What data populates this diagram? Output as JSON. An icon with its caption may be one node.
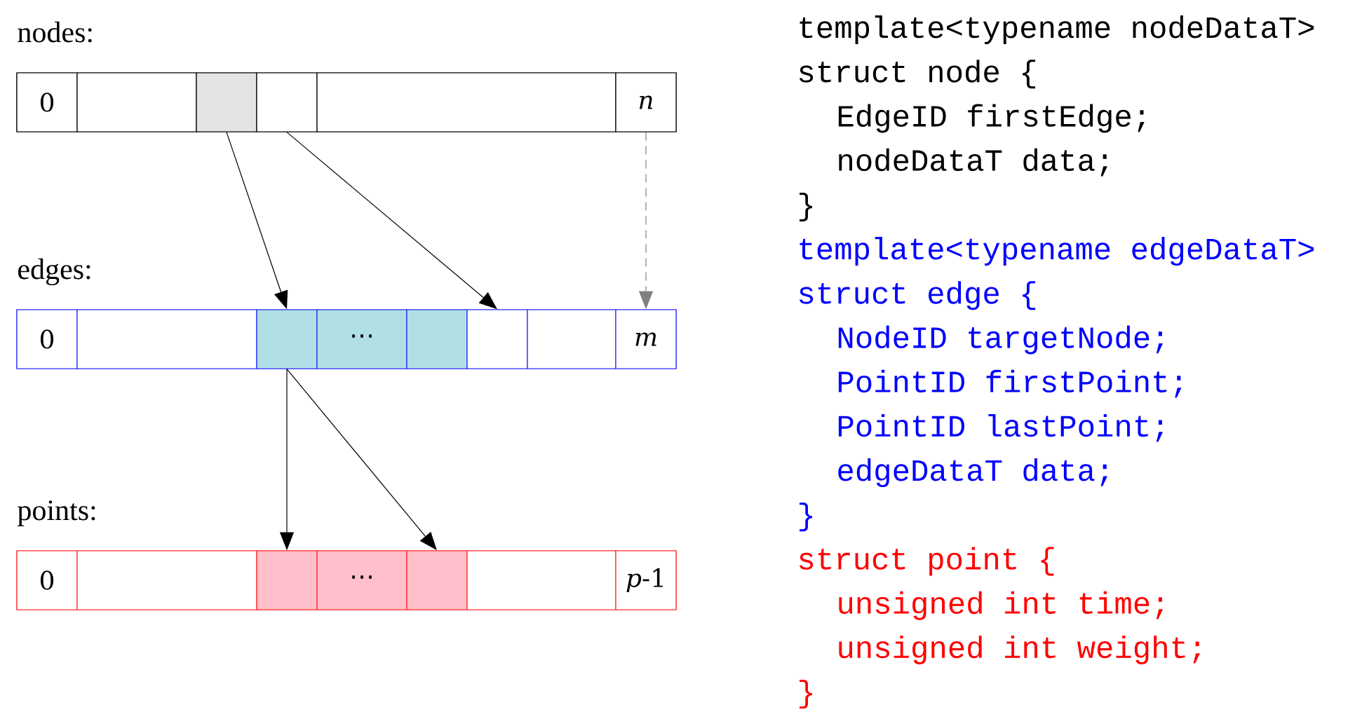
{
  "diagram": {
    "nodes": [
      {
        "text": [
          "nodes:"
        ]
      },
      {
        "text": [
          "0"
        ],
        "in": 0
      },
      {
        "text": [],
        "shape": "box",
        "in": 0
      },
      {
        "text": [],
        "shape": "box",
        "in": 0
      },
      {
        "text": [],
        "shape": "box",
        "in": 0
      },
      {
        "text": [],
        "shape": "box",
        "in": 0
      },
      {
        "text": [
          "n"
        ],
        "in": 0
      },
      {
        "text": [
          "edges:"
        ]
      },
      {
        "text": [
          "0"
        ],
        "in": 7
      },
      {
        "text": [],
        "shape": "box",
        "in": 7
      },
      {
        "text": [],
        "shape": "box",
        "in": 7
      },
      {
        "text": [
          "⋯"
        ],
        "in": 7
      },
      {
        "text": [],
        "shape": "box",
        "in": 7
      },
      {
        "text": [],
        "shape": "box",
        "in": 7
      },
      {
        "text": [],
        "shape": "box",
        "in": 7
      },
      {
        "text": [
          "m"
        ],
        "in": 7
      },
      {
        "text": [
          "points:"
        ]
      },
      {
        "text": [
          "0"
        ],
        "in": 16
      },
      {
        "text": [],
        "shape": "box",
        "in": 16
      },
      {
        "text": [],
        "shape": "box",
        "in": 16
      },
      {
        "text": [
          "⋯"
        ],
        "in": 16
      },
      {
        "text": [],
        "shape": "box",
        "in": 16
      },
      {
        "text": [],
        "shape": "box",
        "in": 16
      },
      {
        "text": [
          "*p*-1"
        ],
        "in": 16
      }
    ],
    "edges": [
      {
        "from": 3,
        "to": 10,
        "arrow": "to"
      },
      {
        "from": 4,
        "to": 13,
        "arrow": "to"
      },
      {
        "from": 6,
        "to": 15,
        "arrow": "to",
        "style": "dashed",
        "color": "#808080"
      },
      {
        "from": 10,
        "to": 19,
        "arrow": "to"
      },
      {
        "from": 10,
        "to": 21,
        "arrow": "to"
      }
    ],
    "labels": [
      "template<typename nodeDataT>",
      "struct node {",
      "EdgeID firstEdge;",
      "nodeDataT data;",
      "}",
      "template<typename edgeDataT>",
      "struct edge {",
      "NodeID targetNode;",
      "PointID firstPoint;",
      "PointID lastPoint;",
      "edgeDataT data;",
      "}",
      "struct point {",
      "unsigned int time;",
      "unsigned int weight;",
      "}"
    ]
  }
}
